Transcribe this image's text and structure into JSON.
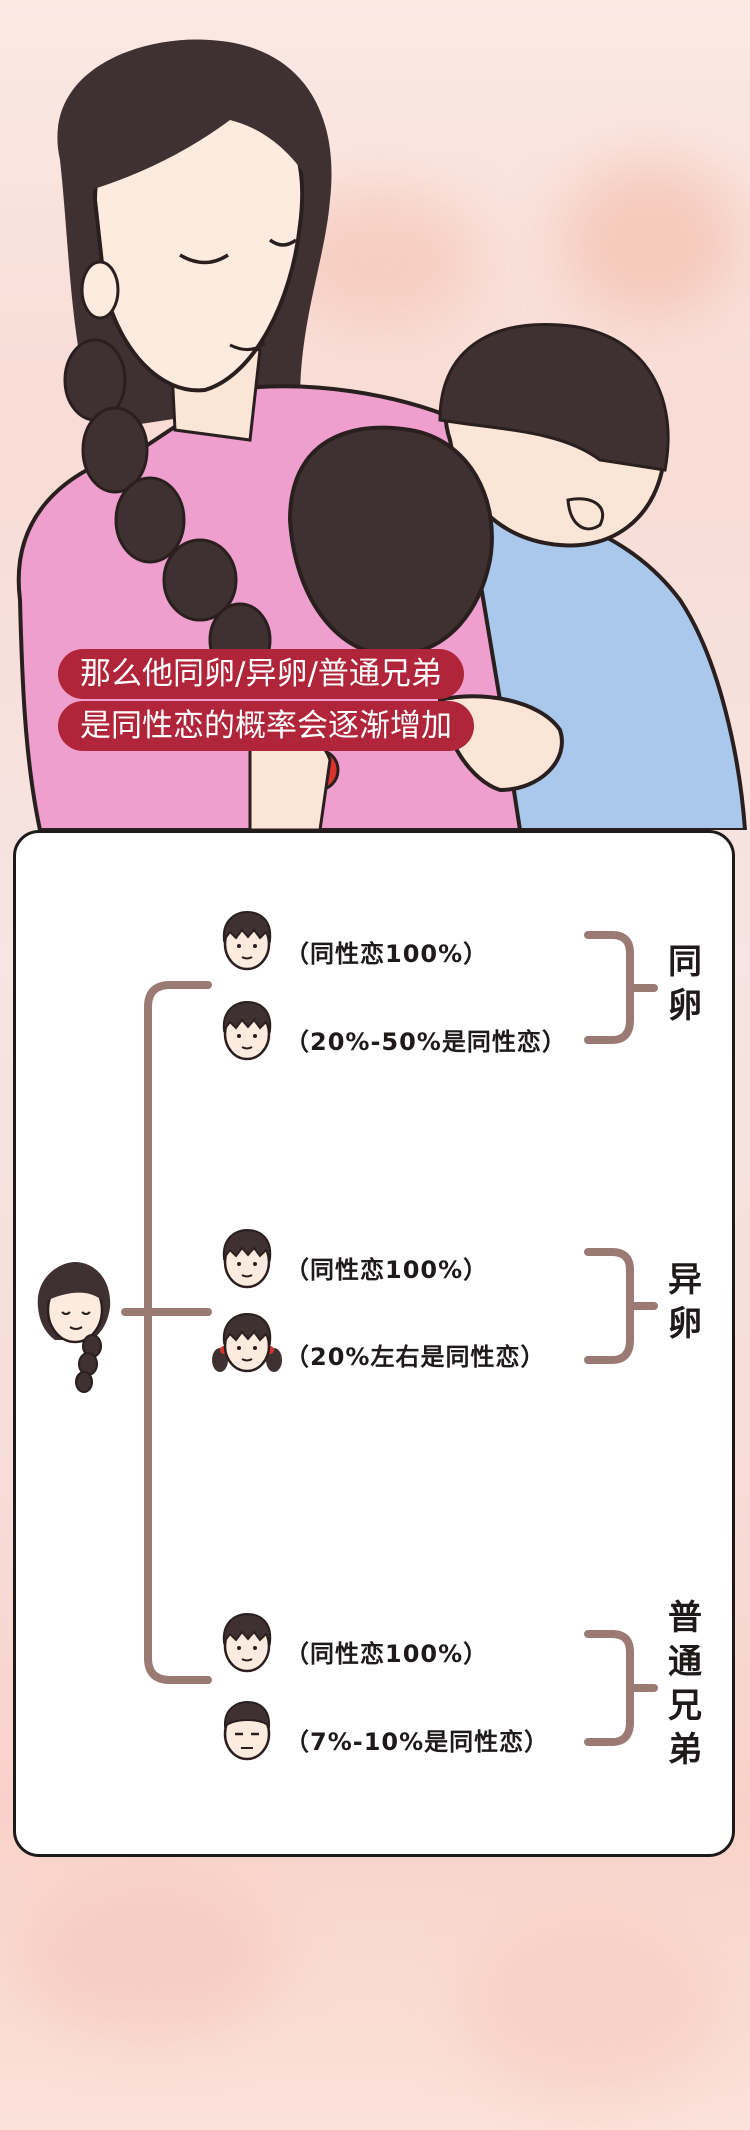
{
  "caption": {
    "line1": "那么他同卵/异卵/普通兄弟",
    "line2": "是同性恋的概率会逐渐增加"
  },
  "groups": [
    {
      "label_chars": [
        "同",
        "卵"
      ],
      "brother1": "（同性恋100%）",
      "brother2": "（20%-50%是同性恋）"
    },
    {
      "label_chars": [
        "异",
        "卵"
      ],
      "brother1": "（同性恋100%）",
      "brother2": "（20%左右是同性恋）"
    },
    {
      "label_chars": [
        "普",
        "通",
        "兄",
        "弟"
      ],
      "brother1": "（同性恋100%）",
      "brother2": "（7%-10%是同性恋）"
    }
  ],
  "colors": {
    "caption_bg": "#b0253a",
    "connector": "#9b7a74",
    "card_border": "#1f1a1a"
  }
}
